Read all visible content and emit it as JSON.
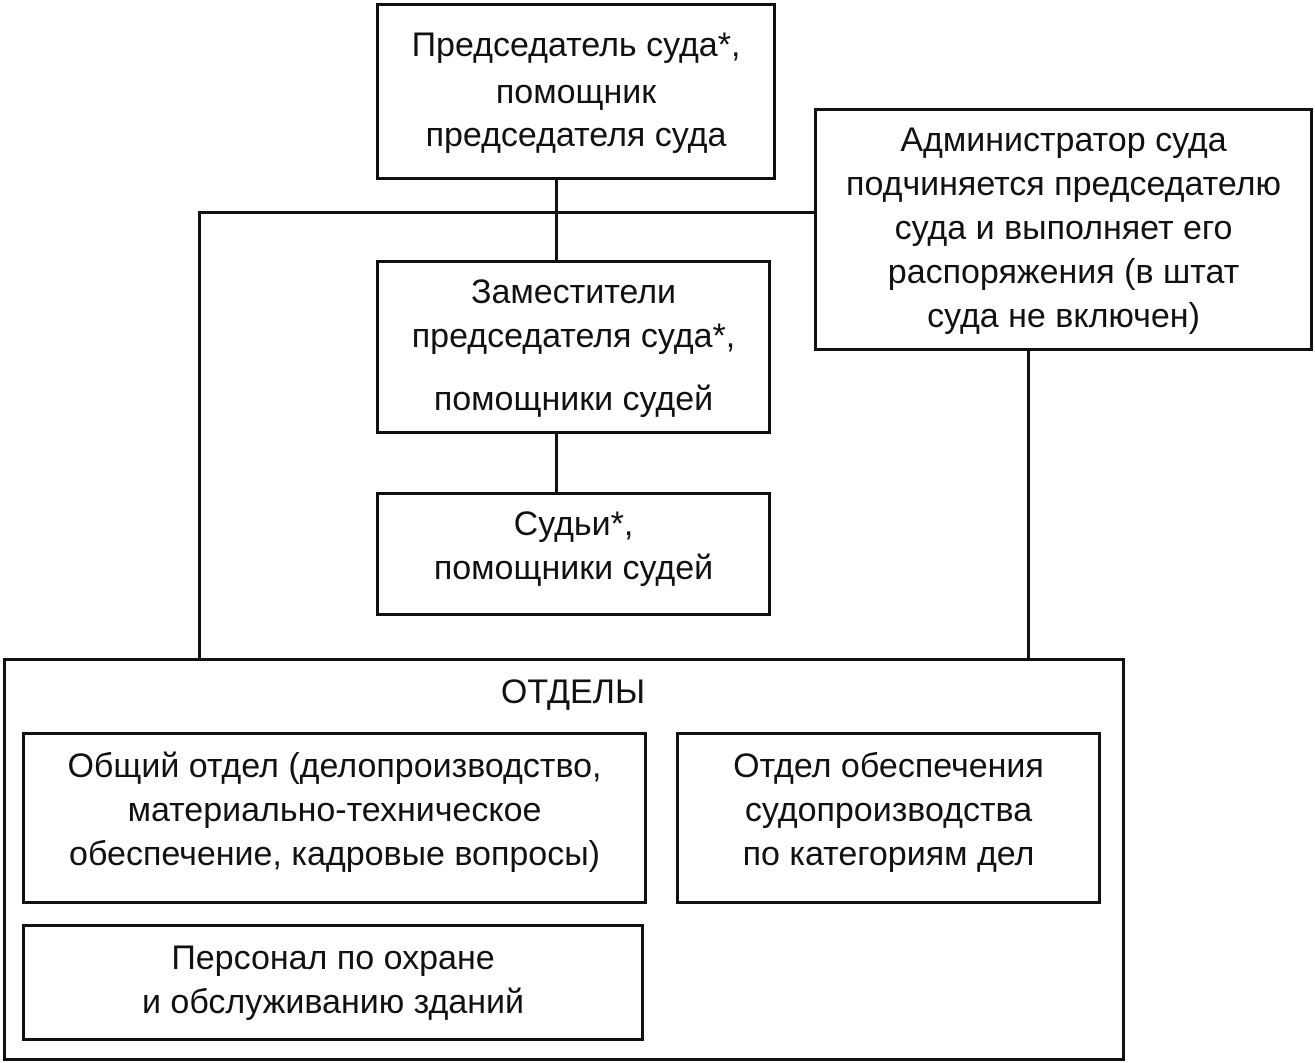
{
  "chairman": [
    "Председатель суда*,",
    "помощник",
    "председателя суда"
  ],
  "administrator": [
    "Администратор суда",
    "подчиняется председателю",
    "суда и выполняет его",
    "распоряжения (в штат",
    "суда не включен)"
  ],
  "deputies": [
    "Заместители",
    "председателя суда*,",
    "помощники судей"
  ],
  "judges": [
    "Судьи*,",
    "помощники судей"
  ],
  "departments": {
    "title": "ОТДЕЛЫ",
    "general": [
      "Общий отдел (делопроизводство,",
      "материально-техническое",
      "обеспечение, кадровые вопросы)"
    ],
    "support": [
      "Отдел обеспечения",
      "судопроизводства",
      "по категориям дел"
    ],
    "security": [
      "Персонал по охране",
      "и обслуживанию зданий"
    ]
  }
}
